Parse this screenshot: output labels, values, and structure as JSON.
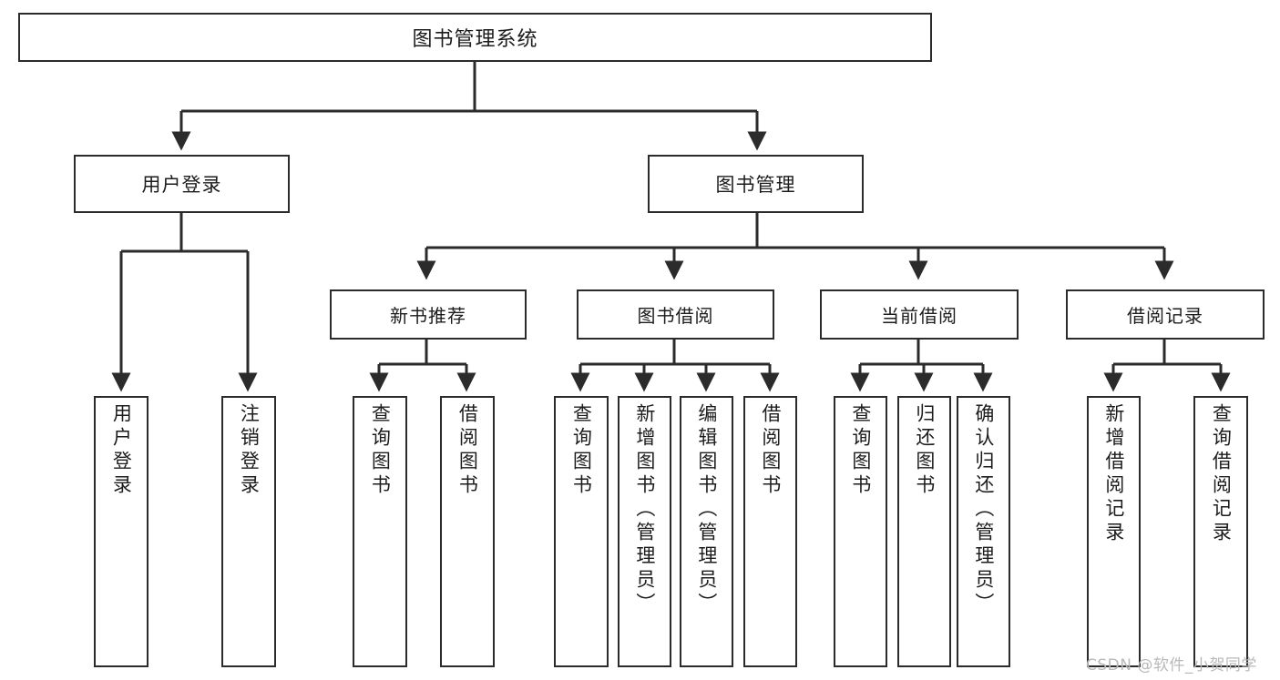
{
  "diagram": {
    "title": "图书管理系统",
    "type": "tree-hierarchy",
    "levels": 4,
    "colors": {
      "node_border": "#2b2b2b",
      "node_fill": "#ffffff",
      "edge": "#2b2b2b",
      "text": "#1c1c1c",
      "watermark": "#b9b9b9",
      "background": "#ffffff"
    },
    "root": {
      "label": "图书管理系统"
    },
    "level2": [
      {
        "label": "用户登录"
      },
      {
        "label": "图书管理"
      }
    ],
    "level3": [
      {
        "label": "新书推荐"
      },
      {
        "label": "图书借阅"
      },
      {
        "label": "当前借阅"
      },
      {
        "label": "借阅记录"
      }
    ],
    "leaves": {
      "user_login": [
        {
          "label": "用户登录"
        },
        {
          "label": "注销登录"
        }
      ],
      "new_book_recommend": [
        {
          "label": "查询图书"
        },
        {
          "label": "借阅图书"
        }
      ],
      "book_borrow": [
        {
          "label": "查询图书"
        },
        {
          "label": "新增图书（管理员）"
        },
        {
          "label": "编辑图书（管理员）"
        },
        {
          "label": "借阅图书"
        }
      ],
      "current_borrow": [
        {
          "label": "查询图书"
        },
        {
          "label": "归还图书"
        },
        {
          "label": "确认归还（管理员）"
        }
      ],
      "borrow_record": [
        {
          "label": "新增借阅记录"
        },
        {
          "label": "查询借阅记录"
        }
      ]
    }
  },
  "watermark": {
    "text": "CSDN @软件_小贺同学"
  }
}
